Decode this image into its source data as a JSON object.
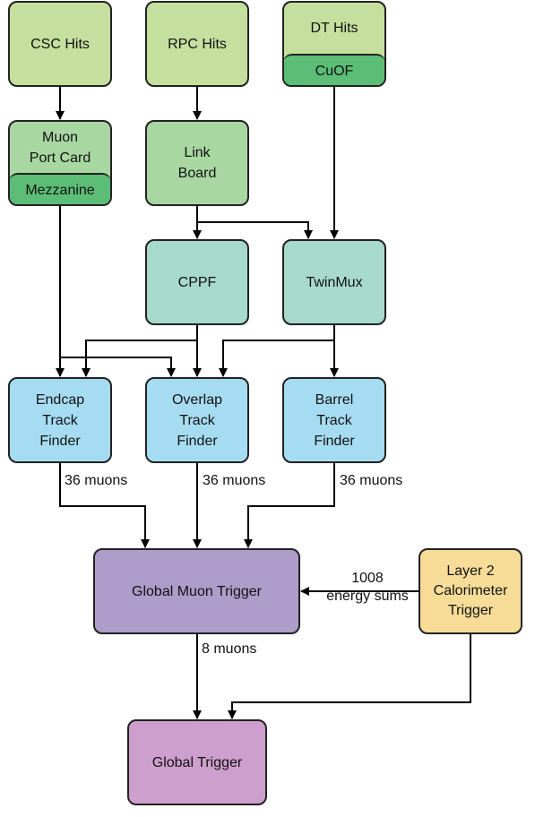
{
  "colors": {
    "hits": "#c5df9e",
    "mezzanine": "#5bbd76",
    "muon_port_card": "#a9d7a2",
    "link_board": "#a9d7a2",
    "concentrator": "#a7d9cc",
    "track_finder": "#a6dcf1",
    "global_muon_trigger": "#ae9cca",
    "calorimeter": "#f6dc97",
    "global_trigger": "#cd9fcc",
    "line": "#000000",
    "border": "#222222"
  },
  "nodes": {
    "csc_hits": "CSC Hits",
    "rpc_hits": "RPC Hits",
    "dt_hits": "DT Hits",
    "cuof": "CuOF",
    "muon_port_card": "Muon\nPort Card",
    "mezzanine": "Mezzanine",
    "link_board": "Link\nBoard",
    "cppf": "CPPF",
    "twinmux": "TwinMux",
    "endcap_track_finder": "Endcap\nTrack\nFinder",
    "overlap_track_finder": "Overlap\nTrack\nFinder",
    "barrel_track_finder": "Barrel\nTrack\nFinder",
    "global_muon_trigger": "Global Muon Trigger",
    "layer2_calorimeter_trigger": "Layer 2\nCalorimeter\nTrigger",
    "global_trigger": "Global Trigger"
  },
  "edge_labels": {
    "emtf_muons": "36 muons",
    "omtf_muons": "36 muons",
    "bmtf_muons": "36 muons",
    "energy_sums": "1008\nenergy sums",
    "gmt_muons": "8 muons"
  }
}
